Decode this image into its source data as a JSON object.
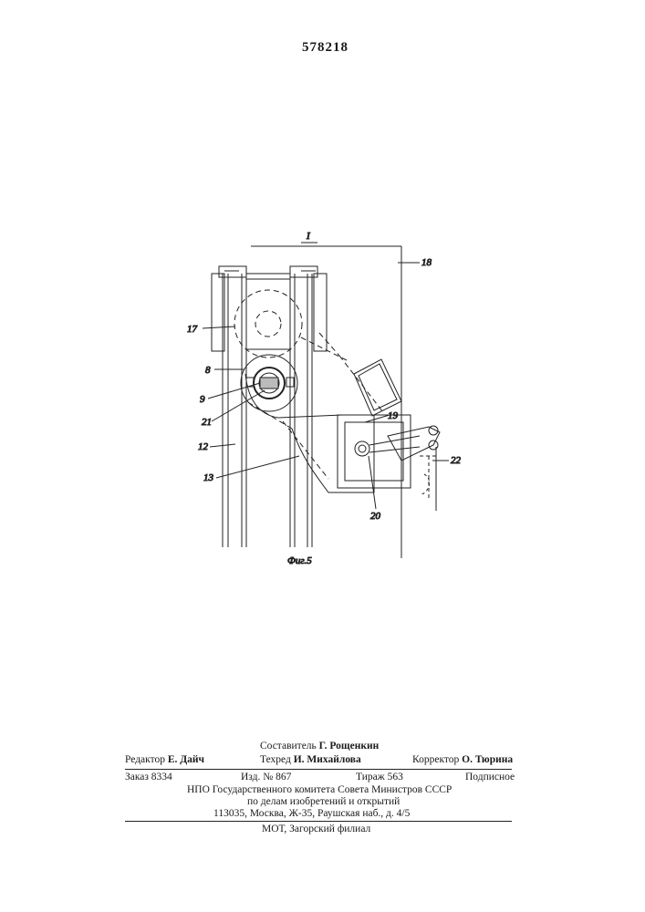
{
  "page_number": "578218",
  "figure": {
    "section_mark": "I",
    "caption": "Фиг.5",
    "labels": {
      "l17": "17",
      "l8": "8",
      "l9": "9",
      "l21": "21",
      "l12": "12",
      "l13": "13",
      "l18": "18",
      "l19": "19",
      "l20": "20",
      "l22": "22"
    }
  },
  "footer": {
    "compiler_label": "Составитель",
    "compiler_name": "Г. Рощенкин",
    "editor_label": "Редактор",
    "editor_name": "Е. Дайч",
    "techred_label": "Техред",
    "techred_name": "И. Михайлова",
    "corrector_label": "Корректор",
    "corrector_name": "О. Тюрина",
    "order": "Заказ 8334",
    "edition": "Изд. № 867",
    "circulation": "Тираж 563",
    "subscription": "Подписное",
    "org_line1": "НПО Государственного комитета Совета Министров СССР",
    "org_line2": "по делам изобретений и открытий",
    "address": "113035, Москва, Ж-35, Раушская наб., д. 4/5",
    "printer": "МОТ, Загорский филиал"
  }
}
